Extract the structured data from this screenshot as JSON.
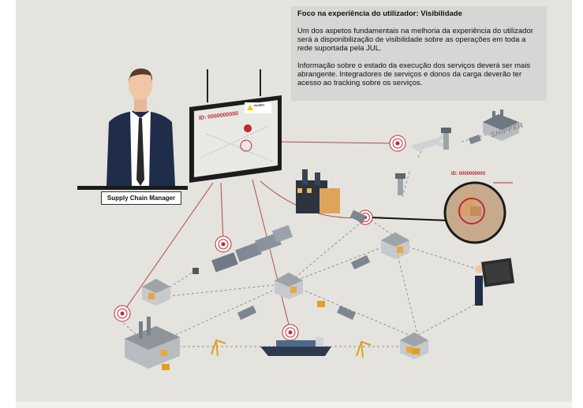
{
  "info_box": {
    "title": "Foco na experiência do utilizador: Visibilidade",
    "paragraph_1": "Um dos aspetos fundamentais na melhoria da experiência do utilizador será a disponibilização de visibilidade sobre as operações em toda a rede suportada pela JUL.",
    "paragraph_2": "Informação sobre o estado da execução dos serviços deverá ser mais abrangente. Integradores de serviços e donos da carga deverão ter acesso ao tracking sobre os serviços."
  },
  "manager_label": "Supply Chain Manager",
  "monitor": {
    "id_text": "ID: 0000000000",
    "alert_text": "ALERT"
  },
  "zoom_id_text": "ID: 0000000000",
  "shipper_label": "SHIPPER",
  "colors": {
    "background": "#e4e3de",
    "accent_red": "#c0292f",
    "info_box": "#d6d6d4"
  }
}
